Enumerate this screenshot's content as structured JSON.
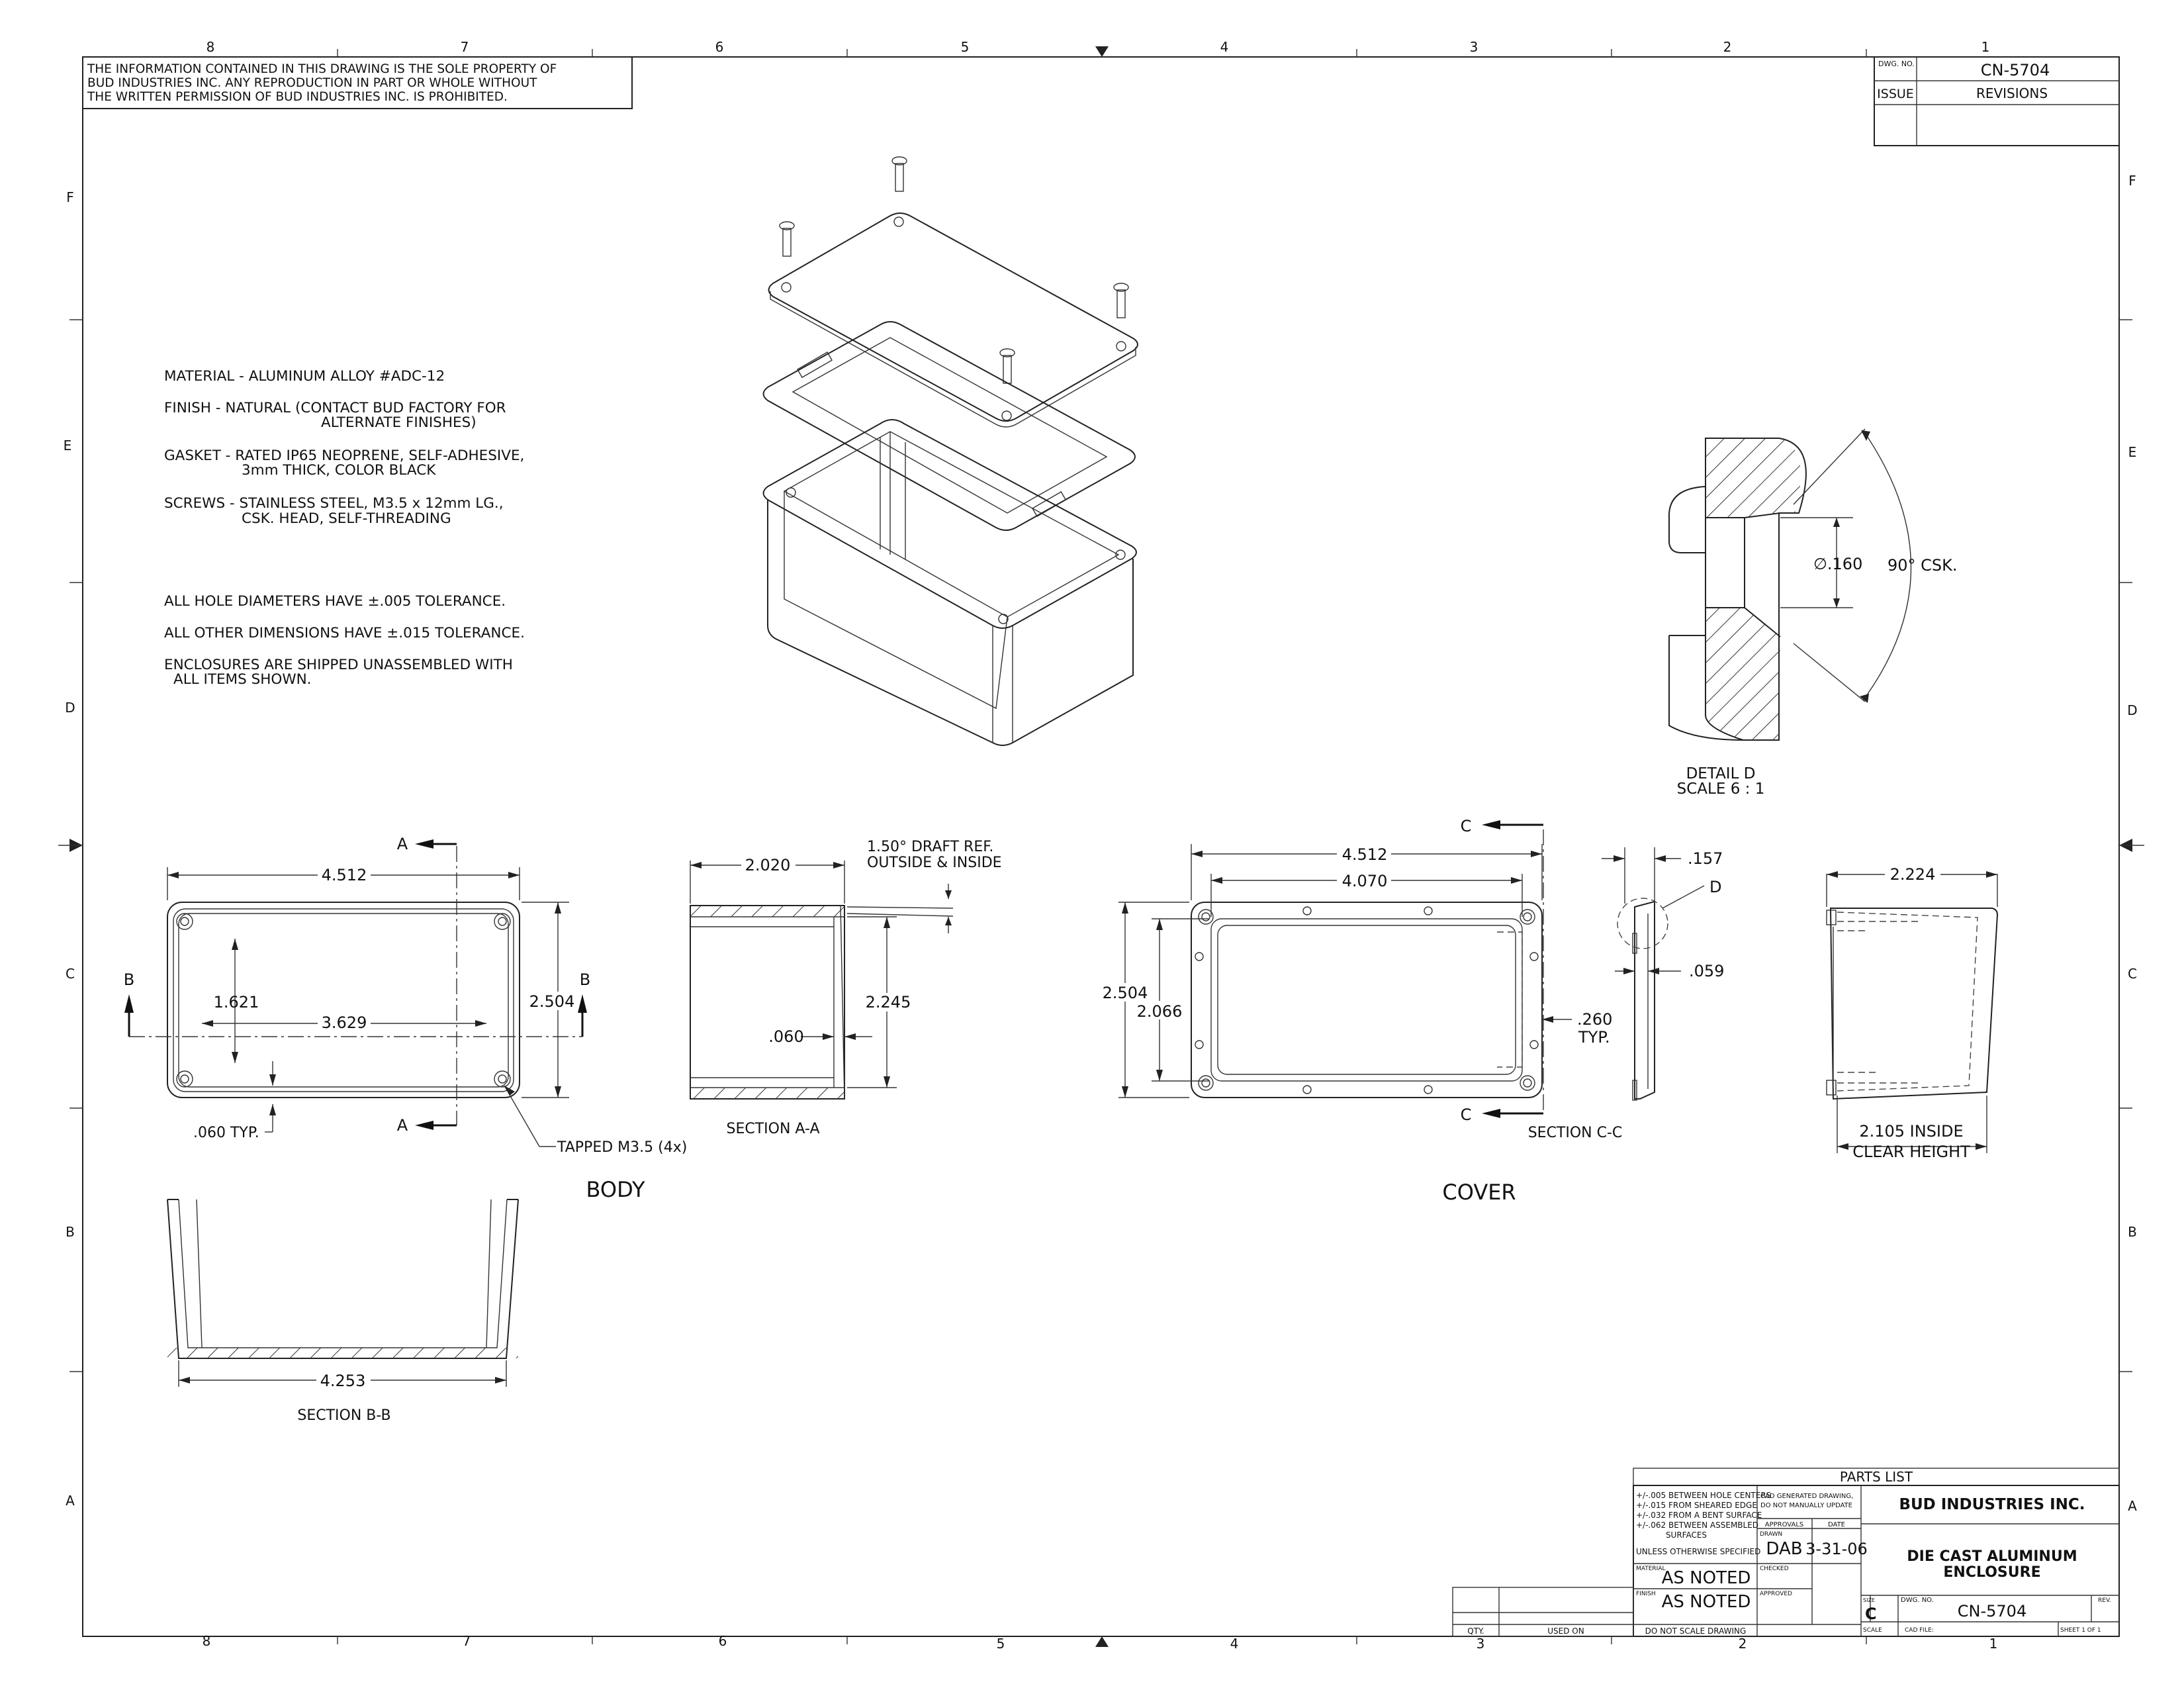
{
  "border": {
    "cols_top": [
      "8",
      "7",
      "6",
      "5",
      "4",
      "3",
      "2",
      "1"
    ],
    "rows": [
      "F",
      "E",
      "D",
      "C",
      "B",
      "A"
    ]
  },
  "copyright": [
    "THE INFORMATION CONTAINED IN THIS DRAWING IS THE SOLE PROPERTY OF",
    "BUD INDUSTRIES INC. ANY REPRODUCTION IN PART OR WHOLE WITHOUT",
    "THE WRITTEN PERMISSION OF BUD INDUSTRIES INC. IS PROHIBITED."
  ],
  "revision_block": {
    "dwg_no_label": "DWG. NO.",
    "dwg_no": "CN-5704",
    "issue_label": "ISSUE",
    "revisions_label": "REVISIONS"
  },
  "notes": {
    "material": "MATERIAL - ALUMINUM ALLOY #ADC-12",
    "finish_1": "FINISH - NATURAL  (CONTACT BUD FACTORY FOR",
    "finish_2": "ALTERNATE FINISHES)",
    "gasket_1": "GASKET - RATED IP65 NEOPRENE, SELF-ADHESIVE,",
    "gasket_2": "3mm THICK, COLOR BLACK",
    "screws_1": "SCREWS - STAINLESS STEEL, M3.5 x 12mm LG.,",
    "screws_2": "CSK. HEAD, SELF-THREADING",
    "tol_holes": "ALL HOLE DIAMETERS HAVE ±.005 TOLERANCE.",
    "tol_other": "ALL OTHER DIMENSIONS HAVE ±.015 TOLERANCE.",
    "shipped_1": "ENCLOSURES ARE SHIPPED UNASSEMBLED WITH",
    "shipped_2": "ALL ITEMS SHOWN."
  },
  "detail_d": {
    "dia": "∅.160",
    "csk": "90° CSK.",
    "label": "DETAIL D",
    "scale": "SCALE 6 : 1"
  },
  "body_view": {
    "section_mark_a": "A",
    "section_mark_b": "B",
    "width": "4.512",
    "inner_width": "3.629",
    "inner_height": "1.621",
    "height": "2.504",
    "wall": ".060 TYP.",
    "tapped": "TAPPED M3.5 (4x)",
    "title": "BODY"
  },
  "section_aa": {
    "depth": "2.020",
    "draft_1": "1.50° DRAFT REF.",
    "draft_2": "OUTSIDE & INSIDE",
    "inner_h": "2.245",
    "wall": ".060",
    "label": "SECTION A-A"
  },
  "section_bb": {
    "width": "4.253",
    "label": "SECTION B-B"
  },
  "cover_view": {
    "section_mark_c": "C",
    "width": "4.512",
    "inner_width": "4.070",
    "height": "2.504",
    "inner_height": "2.066",
    "edge": ".260",
    "edge_typ": "TYP.",
    "title": "COVER"
  },
  "section_cc": {
    "thk": ".157",
    "detail_callout": "D",
    "lip": ".059",
    "label": "SECTION C-C"
  },
  "side_view": {
    "width": "2.224",
    "clear_1": "2.105 INSIDE",
    "clear_2": "CLEAR HEIGHT"
  },
  "title_block": {
    "parts_list": "PARTS  LIST",
    "tol_1": "+/-.005 BETWEEN HOLE CENTERS",
    "tol_2": "+/-.015 FROM SHEARED EDGE",
    "tol_3": "+/-.032 FROM A BENT SURFACE",
    "tol_4": "+/-.062 BETWEEN ASSEMBLED",
    "tol_5": "SURFACES",
    "tol_6": "UNLESS OTHERWISE SPECIFIED",
    "cad_1": "CAD GENERATED DRAWING,",
    "cad_2": "DO  NOT MANUALLY UPDATE",
    "approvals": "APPROVALS",
    "date": "DATE",
    "drawn_label": "DRAWN",
    "drawn": "DAB",
    "drawn_date": "3-31-06",
    "checked": "CHECKED",
    "approved": "APPROVED",
    "material_label": "MATERIAL",
    "material": "AS NOTED",
    "finish_label": "FINISH",
    "finish": "AS NOTED",
    "no_scale": "DO  NOT SCALE DRAWING",
    "qty": "QTY.",
    "used_on": "USED ON",
    "company": "BUD INDUSTRIES INC.",
    "title_1": "DIE CAST ALUMINUM",
    "title_2": "ENCLOSURE",
    "size_label": "SIZE",
    "size": "C",
    "dwg_no_label": "DWG.  NO.",
    "dwg_no": "CN-5704",
    "rev_label": "REV.",
    "scale_label": "SCALE",
    "cad_file_label": "CAD  FILE:",
    "sheet": "SHEET  1  OF  1"
  }
}
